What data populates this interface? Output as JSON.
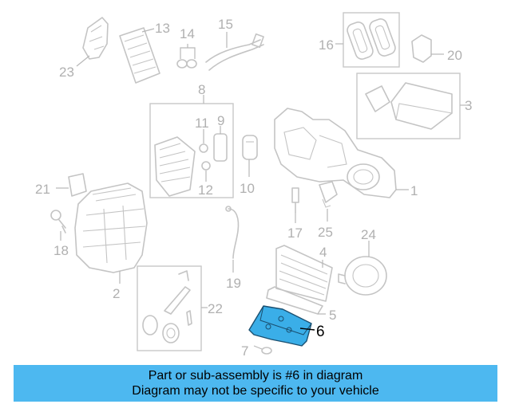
{
  "callouts": {
    "c1": "1",
    "c2": "2",
    "c3": "3",
    "c4": "4",
    "c5": "5",
    "c6": "6",
    "c7": "7",
    "c8": "8",
    "c9": "9",
    "c10": "10",
    "c11": "11",
    "c12": "12",
    "c13": "13",
    "c14": "14",
    "c15": "15",
    "c16": "16",
    "c17": "17",
    "c18": "18",
    "c19": "19",
    "c20": "20",
    "c21": "21",
    "c22": "22",
    "c23": "23",
    "c24": "24",
    "c25": "25"
  },
  "highlight_color": "#3aaee8",
  "banner": {
    "line1": "Part or sub-assembly is #6 in diagram",
    "line2": "Diagram may not be specific to your vehicle",
    "color": "#4db8f0"
  }
}
